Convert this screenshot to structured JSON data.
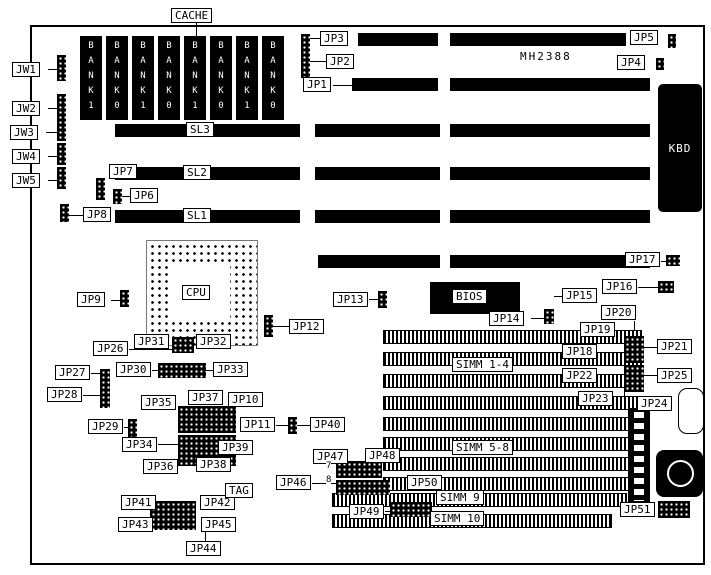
{
  "diagram": {
    "silkscreen": "MH2388",
    "cache": {
      "title": "CACHE",
      "banks": [
        "B\nA\nN\nK\n1",
        "B\nA\nN\nK\n0",
        "B\nA\nN\nK\n1",
        "B\nA\nN\nK\n0",
        "B\nA\nN\nK\n1",
        "B\nA\nN\nK\n0",
        "B\nA\nN\nK\n1",
        "B\nA\nN\nK\n0"
      ]
    },
    "cpu": "CPU",
    "bios": "BIOS",
    "kbd": "KBD",
    "tag": "TAG",
    "slots": {
      "sl1": "SL1",
      "sl2": "SL2",
      "sl3": "SL3"
    },
    "simm": {
      "group14": "SIMM 1-4",
      "group58": "SIMM 5-8",
      "simm9": "SIMM 9",
      "simm10": "SIMM 10"
    },
    "pins": {
      "seven": "7",
      "eight": "8"
    },
    "jumpers": {
      "jw1": "JW1",
      "jw2": "JW2",
      "jw3": "JW3",
      "jw4": "JW4",
      "jw5": "JW5",
      "jp1": "JP1",
      "jp2": "JP2",
      "jp3": "JP3",
      "jp4": "JP4",
      "jp5": "JP5",
      "jp6": "JP6",
      "jp7": "JP7",
      "jp8": "JP8",
      "jp9": "JP9",
      "jp10": "JP10",
      "jp11": "JP11",
      "jp12": "JP12",
      "jp13": "JP13",
      "jp14": "JP14",
      "jp15": "JP15",
      "jp16": "JP16",
      "jp17": "JP17",
      "jp18": "JP18",
      "jp19": "JP19",
      "jp20": "JP20",
      "jp21": "JP21",
      "jp22": "JP22",
      "jp23": "JP23",
      "jp24": "JP24",
      "jp25": "JP25",
      "jp26": "JP26",
      "jp27": "JP27",
      "jp28": "JP28",
      "jp29": "JP29",
      "jp30": "JP30",
      "jp31": "JP31",
      "jp32": "JP32",
      "jp33": "JP33",
      "jp34": "JP34",
      "jp35": "JP35",
      "jp36": "JP36",
      "jp37": "JP37",
      "jp38": "JP38",
      "jp39": "JP39",
      "jp40": "JP40",
      "jp41": "JP41",
      "jp42": "JP42",
      "jp43": "JP43",
      "jp44": "JP44",
      "jp45": "JP45",
      "jp46": "JP46",
      "jp47": "JP47",
      "jp48": "JP48",
      "jp49": "JP49",
      "jp50": "JP50",
      "jp51": "JP51"
    }
  }
}
